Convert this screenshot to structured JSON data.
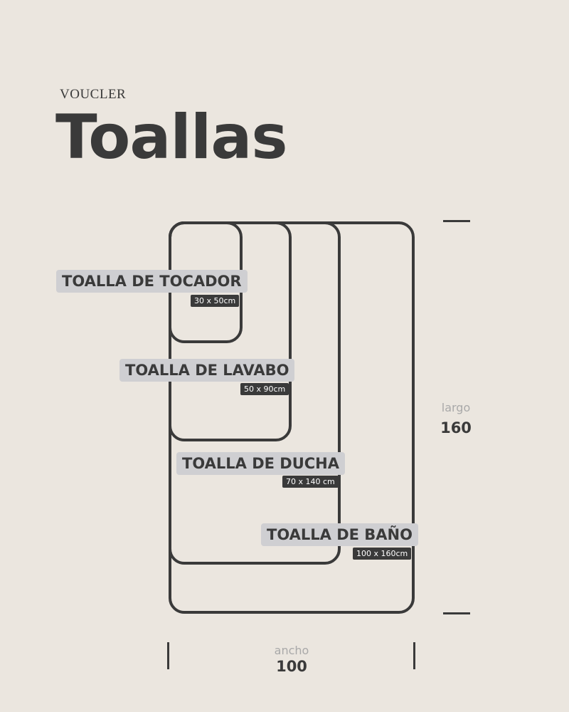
{
  "brand": "VOUCLER",
  "title": "Toallas",
  "towels": [
    {
      "name": "TOALLA DE TOCADOR",
      "size": "30 x 50cm"
    },
    {
      "name": "TOALLA DE LAVABO",
      "size": "50 x 90cm"
    },
    {
      "name": "TOALLA DE DUCHA",
      "size": "70 x 140 cm"
    },
    {
      "name": "TOALLA DE BAÑO",
      "size": "100 x 160cm"
    }
  ],
  "height_axis": {
    "word": "largo",
    "value": "160"
  },
  "width_axis": {
    "word": "ancho",
    "value": "100"
  },
  "colors": {
    "background": "#ebe6df",
    "ink": "#3a3a3a",
    "label_bg": "#cfcfd2"
  }
}
